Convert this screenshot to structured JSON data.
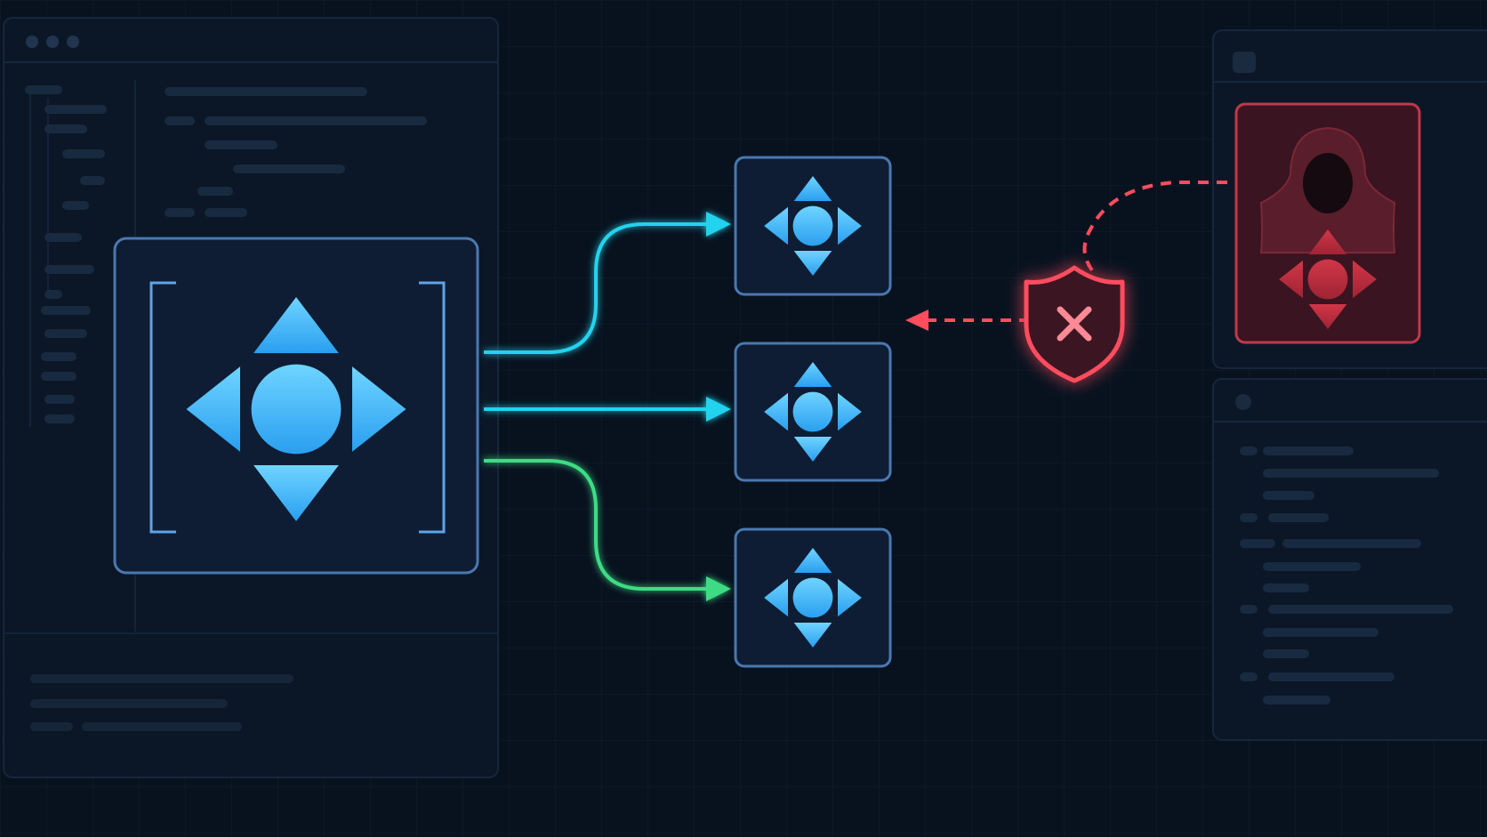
{
  "colors": {
    "background": "#08121f",
    "grid": "#0f1d2e",
    "window_bg": "#0c1828",
    "window_border": "#1a2a40",
    "placeholder": "#1a2a3f",
    "card_bg": "#0e1d33",
    "card_border": "#4a78b0",
    "glyph_blue": "#35b6f5",
    "glyph_blue_light": "#6fd4ff",
    "link_cyan": "#22d3ee",
    "link_green": "#3ddc84",
    "threat_red": "#ff4d5e",
    "threat_panel_bg": "#3a1420",
    "threat_panel_border": "#c0394a"
  },
  "diagram": {
    "source": {
      "name": "source-component",
      "icon": "move-arrows-icon"
    },
    "targets": [
      {
        "name": "target-component-top",
        "icon": "move-arrows-icon",
        "link_color": "link_cyan"
      },
      {
        "name": "target-component-middle",
        "icon": "move-arrows-icon",
        "link_color": "link_cyan"
      },
      {
        "name": "target-component-bottom",
        "icon": "move-arrows-icon",
        "link_color": "link_green"
      }
    ],
    "blocker": {
      "name": "shield-blocker",
      "icon": "shield-x-icon",
      "state": "blocked"
    },
    "attacker": {
      "name": "attacker-component",
      "icon": "hooded-figure-icon"
    }
  }
}
